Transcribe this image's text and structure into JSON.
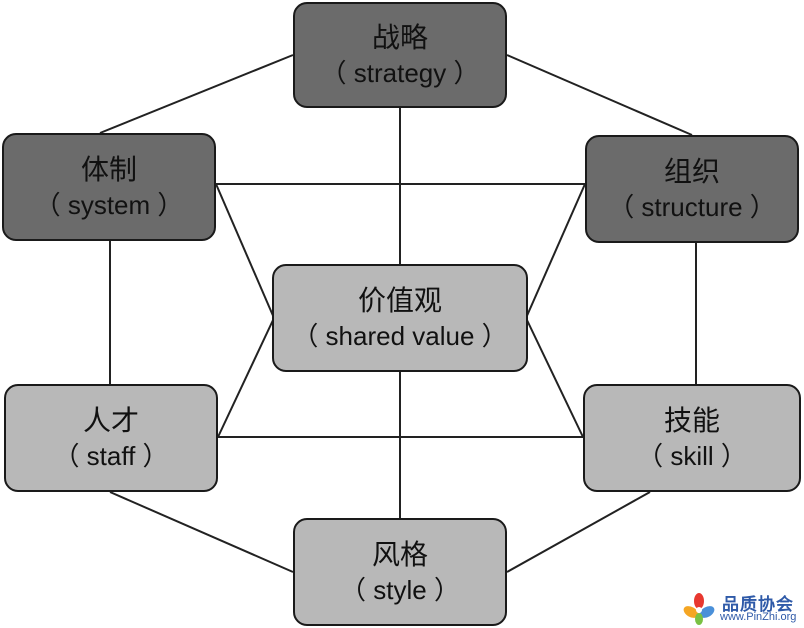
{
  "diagram": {
    "nodes": {
      "strategy": {
        "cn": "战略",
        "en": "（ strategy ）"
      },
      "system": {
        "cn": "体制",
        "en": "（ system ）"
      },
      "structure": {
        "cn": "组织",
        "en": "（ structure ）"
      },
      "shared": {
        "cn": "价值观",
        "en": "（ shared value ）"
      },
      "staff": {
        "cn": "人才",
        "en": "（ staff ）"
      },
      "skill": {
        "cn": "技能",
        "en": "（ skill ）"
      },
      "style": {
        "cn": "风格",
        "en": "（ style ）"
      }
    },
    "colors": {
      "dark_node": "#6b6b6b",
      "light_node": "#b8b8b8",
      "connector": "#222222"
    }
  },
  "watermark": {
    "name": "品质协会",
    "url": "www.PinZhi.org"
  }
}
